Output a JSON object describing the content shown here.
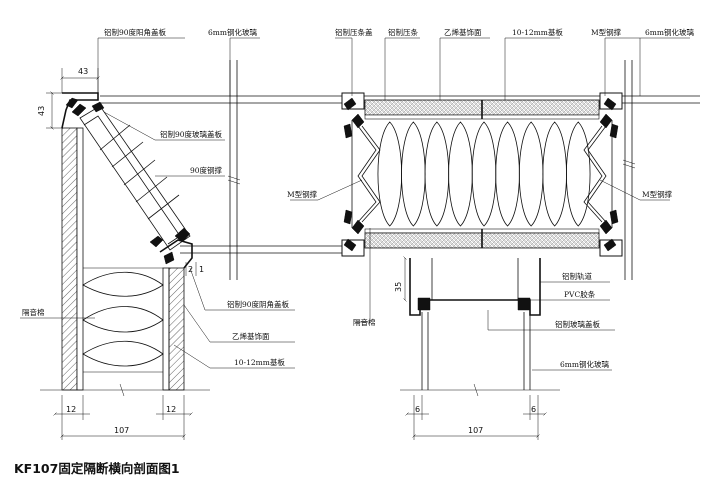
{
  "title": "KF107固定隔断横向剖面图1",
  "left_section": {
    "callouts": [
      "铝制90度阳角盖板",
      "6mm钢化玻璃",
      "铝制90度玻璃盖板",
      "90度钢撑",
      "铝制90度阴角盖板",
      "乙烯基饰面",
      "10-12mm基板",
      "隔音棉"
    ],
    "dims": {
      "top_width": "43",
      "side_height": "43",
      "gap_a": "2",
      "gap_b": "1",
      "panel_left": "12",
      "panel_right": "12",
      "total_width": "107"
    }
  },
  "right_section": {
    "callouts": [
      "铝制压条盖",
      "铝制压条",
      "乙烯基饰面",
      "10-12mm基板",
      "M型钢撑",
      "6mm钢化玻璃",
      "M型钢撑",
      "M型钢撑",
      "铝制轨道",
      "PVC胶条",
      "铝制玻璃盖板",
      "6mm钢化玻璃",
      "隔音棉"
    ],
    "dims": {
      "rail_height": "35",
      "glass_left": "6",
      "glass_right": "6",
      "total_width": "107"
    }
  }
}
